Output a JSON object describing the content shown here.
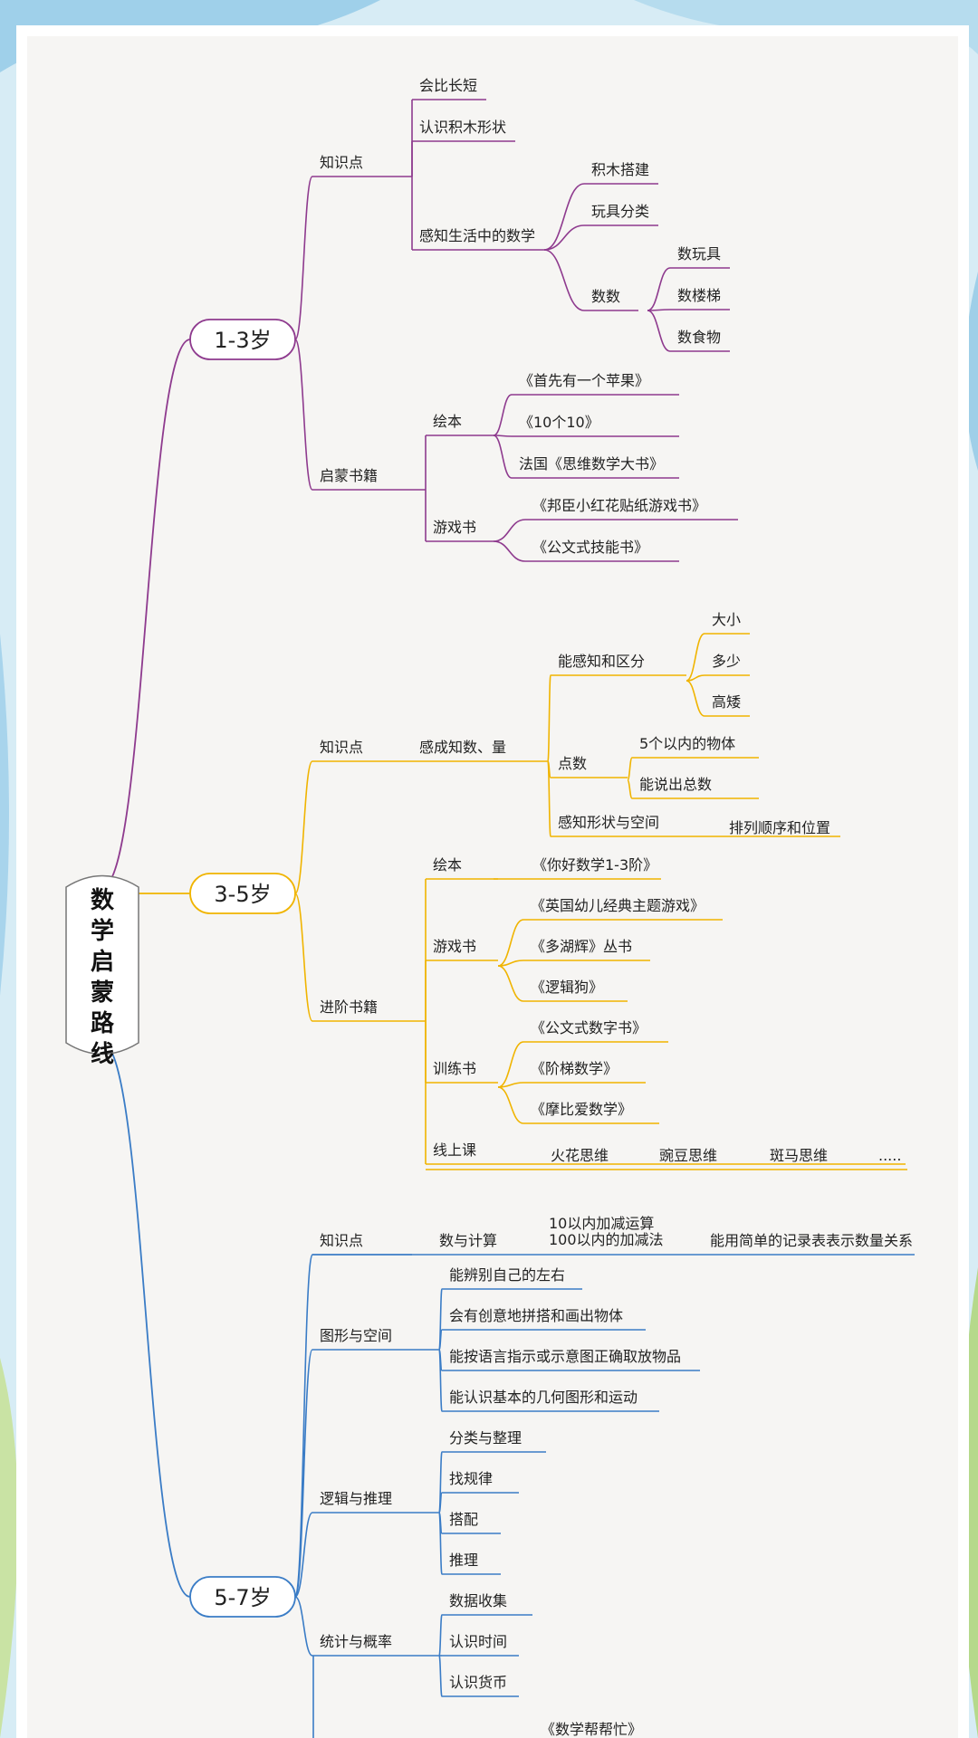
{
  "title": "数学启蒙路线",
  "colors": {
    "stage1": "#8e3a8e",
    "stage2": "#f0b400",
    "stage3": "#3a7cc6"
  },
  "stages": [
    {
      "label": "1-3岁",
      "groups": [
        {
          "label": "知识点",
          "items": [
            {
              "label": "会比长短"
            },
            {
              "label": "认识积木形状"
            },
            {
              "label": "感知生活中的数学",
              "children": [
                {
                  "label": "积木搭建"
                },
                {
                  "label": "玩具分类"
                },
                {
                  "label": "数数",
                  "children": [
                    {
                      "label": "数玩具"
                    },
                    {
                      "label": "数楼梯"
                    },
                    {
                      "label": "数食物"
                    }
                  ]
                }
              ]
            }
          ]
        },
        {
          "label": "启蒙书籍",
          "items": [
            {
              "label": "绘本",
              "children": [
                {
                  "label": "《首先有一个苹果》"
                },
                {
                  "label": "《10个10》"
                },
                {
                  "label": "法国《思维数学大书》"
                }
              ]
            },
            {
              "label": "游戏书",
              "children": [
                {
                  "label": "《邦臣小红花贴纸游戏书》"
                },
                {
                  "label": "《公文式技能书》"
                }
              ]
            }
          ]
        }
      ]
    },
    {
      "label": "3-5岁",
      "groups": [
        {
          "label": "知识点",
          "items": [
            {
              "label": "感成知数、量",
              "children": [
                {
                  "label": "能感知和区分",
                  "children": [
                    {
                      "label": "大小"
                    },
                    {
                      "label": "多少"
                    },
                    {
                      "label": "高矮"
                    }
                  ]
                },
                {
                  "label": "点数",
                  "children": [
                    {
                      "label": "5个以内的物体"
                    },
                    {
                      "label": "能说出总数"
                    }
                  ]
                },
                {
                  "label": "感知形状与空间",
                  "children": [
                    {
                      "label": "排列顺序和位置"
                    }
                  ]
                }
              ]
            }
          ]
        },
        {
          "label": "进阶书籍",
          "items": [
            {
              "label": "绘本",
              "children": [
                {
                  "label": "《你好数学1-3阶》"
                }
              ]
            },
            {
              "label": "游戏书",
              "children": [
                {
                  "label": "《英国幼儿经典主题游戏》"
                },
                {
                  "label": "《多湖辉》丛书"
                },
                {
                  "label": "《逻辑狗》"
                }
              ]
            },
            {
              "label": "训练书",
              "children": [
                {
                  "label": "《公文式数字书》"
                },
                {
                  "label": "《阶梯数学》"
                },
                {
                  "label": "《摩比爱数学》"
                }
              ]
            },
            {
              "label": "线上课",
              "children": [
                {
                  "label": "火花思维"
                },
                {
                  "label": "豌豆思维"
                },
                {
                  "label": "斑马思维"
                },
                {
                  "label": "....."
                }
              ]
            }
          ]
        }
      ]
    },
    {
      "label": "5-7岁",
      "groups": [
        {
          "label": "知识点",
          "items": [
            {
              "label": "数与计算",
              "children": [
                {
                  "label": "10以内加减运算\n100以内的加减法"
                },
                {
                  "label": "能用简单的记录表表示数量关系"
                }
              ]
            }
          ]
        },
        {
          "label": "图形与空间",
          "items": [
            {
              "label": "能辨别自己的左右"
            },
            {
              "label": "会有创意地拼搭和画出物体"
            },
            {
              "label": "能按语言指示或示意图正确取放物品"
            },
            {
              "label": "能认识基本的几何图形和运动"
            }
          ]
        },
        {
          "label": "逻辑与推理",
          "items": [
            {
              "label": "分类与整理"
            },
            {
              "label": "找规律"
            },
            {
              "label": "搭配"
            },
            {
              "label": "推理"
            }
          ]
        },
        {
          "label": "统计与概率",
          "items": [
            {
              "label": "数据收集"
            },
            {
              "label": "认识时间"
            },
            {
              "label": "认识货币"
            }
          ]
        },
        {
          "label": "",
          "items": [
            {
              "label": "《数学帮帮忙》"
            }
          ]
        }
      ]
    }
  ]
}
